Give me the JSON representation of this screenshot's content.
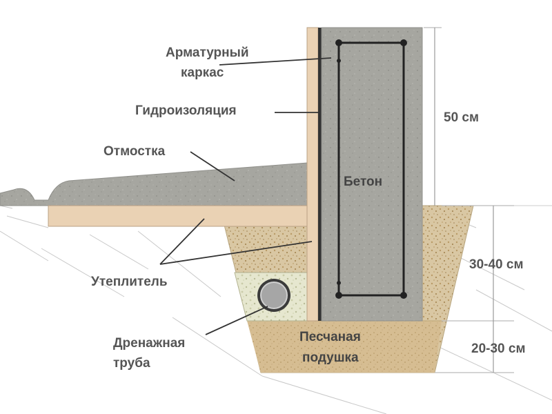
{
  "labels": {
    "rebar": [
      "Арматурный",
      "каркас"
    ],
    "waterproofing": "Гидроизоляция",
    "blind_area": "Отмостка",
    "concrete": "Бетон",
    "insulation": "Утеплитель",
    "drain_pipe": [
      "Дренажная",
      "труба"
    ],
    "sand_cushion": [
      "Песчаная",
      "подушка"
    ]
  },
  "dimensions": {
    "above_ground": "50 см",
    "foundation_depth": "30-40 см",
    "cushion_depth": "20-30 см"
  },
  "colors": {
    "concrete": "#a6a6a0",
    "insulation": "#ead2b4",
    "gravel": "#d7c6a2",
    "sand": "#d2b88d",
    "waterproofing": "#333333",
    "text": "#555555"
  }
}
